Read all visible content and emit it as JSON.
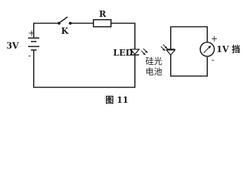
{
  "labels": {
    "battery": "3V",
    "switch": "K",
    "resistor": "R",
    "led": "LED",
    "silicon_cell_line1": "硅光",
    "silicon_cell_line2": "电池",
    "meter_range": "1V 挡",
    "figure_caption": "图 11"
  },
  "battery": {
    "plus": "+",
    "minus": "-"
  },
  "meter": {
    "plus": "+",
    "minus": "-"
  }
}
